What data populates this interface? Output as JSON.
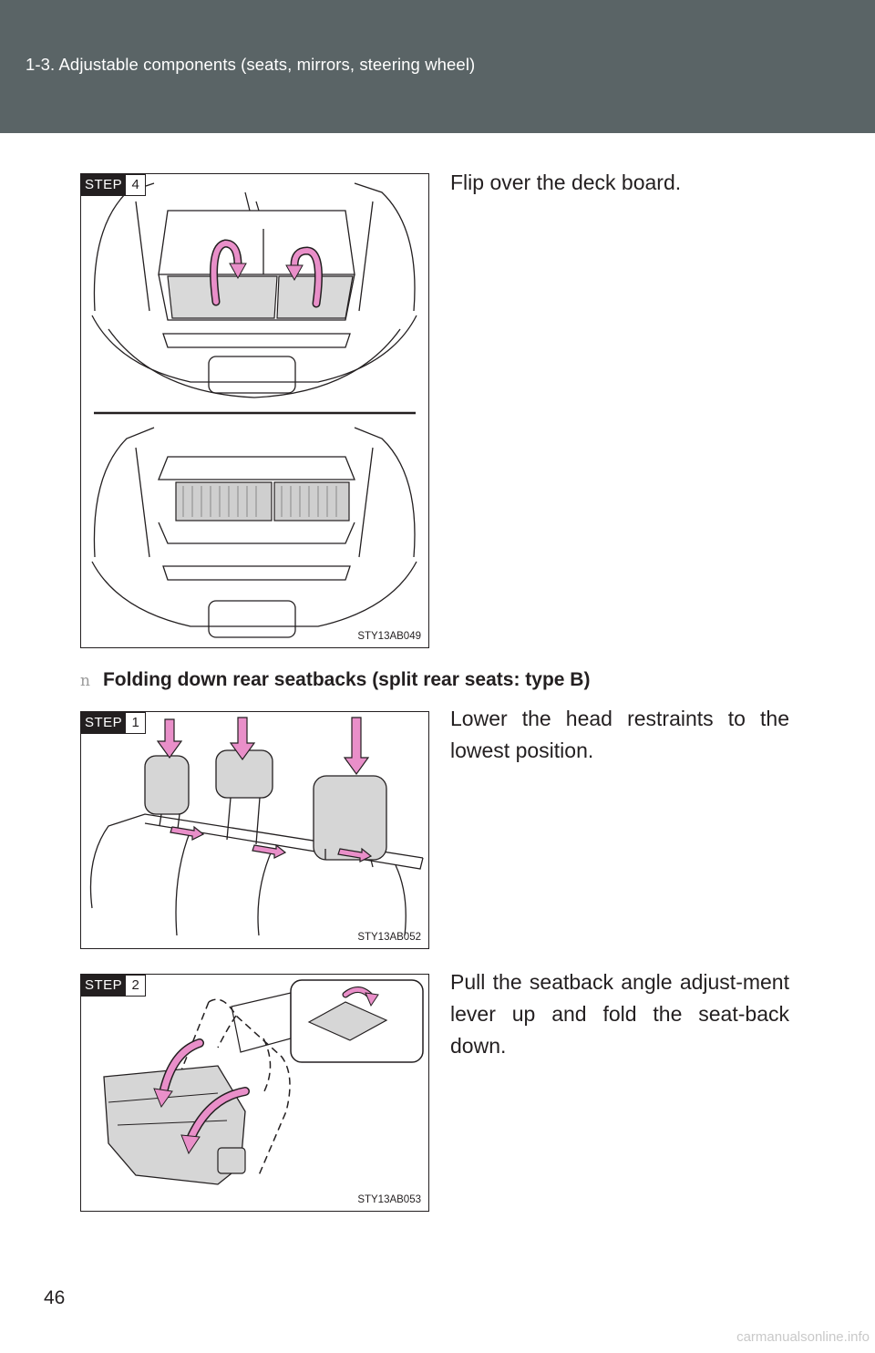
{
  "header": {
    "title": "1-3. Adjustable components (seats, mirrors, steering wheel)"
  },
  "figures": [
    {
      "step_word": "STEP",
      "step_num": "4",
      "code": "STY13AB049",
      "text": "Flip over the deck board."
    },
    {
      "step_word": "STEP",
      "step_num": "1",
      "code": "STY13AB052",
      "text": "Lower the head restraints to the lowest position."
    },
    {
      "step_word": "STEP",
      "step_num": "2",
      "code": "STY13AB053",
      "text": "Pull the seatback angle adjust-ment lever up and fold the seat-back down."
    }
  ],
  "section": {
    "bullet": "n",
    "heading": "Folding down rear seatbacks (split rear seats: type B)"
  },
  "page_number": "46",
  "watermark": "carmanualsonline.info",
  "colors": {
    "header_bg": "#5a6466",
    "arrow_pink": "#e98fc9",
    "panel_gray": "#d6d6d6",
    "ink": "#231f20"
  }
}
